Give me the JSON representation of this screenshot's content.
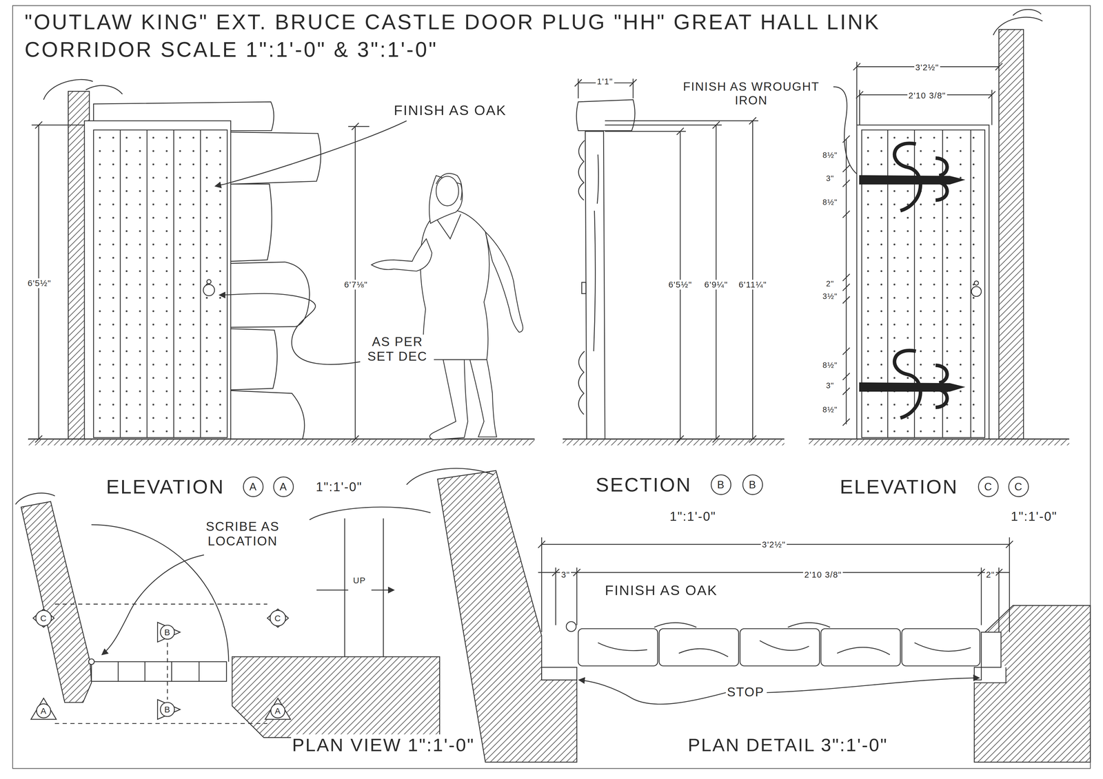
{
  "diagram": {
    "title": "\"OUTLAW KING\" EXT. BRUCE CASTLE DOOR PLUG \"HH\" GREAT HALL LINK CORRIDOR SCALE 1\":1'-0\" & 3\":1'-0\"",
    "labels": [
      "FINISH AS OAK",
      "AS PER SET DEC",
      "6'5½\"",
      "6'7⅛\"",
      "1'1\"",
      "FINISH AS WROUGHT IRON",
      "6'5½\"",
      "6'9¼\"",
      "6'11¼\"",
      "3'2½\"",
      "2'10 3/8\"",
      "8½\"",
      "3\"",
      "8½\"",
      "2\"",
      "3½\"",
      "8½\"",
      "3\"",
      "8½\"",
      "ELEVATION",
      "A",
      "A",
      "1\":1'-0\"",
      "SECTION",
      "B",
      "B",
      "1\":1'-0\"",
      "ELEVATION",
      "C",
      "C",
      "1\":1'-0\"",
      "SCRIBE AS LOCATION",
      "UP",
      "C",
      "B",
      "C",
      "A",
      "B",
      "A",
      "PLAN VIEW 1\":1'-0\"",
      "3'2½\"",
      "3\"",
      "2'10 3/8\"",
      "2\"",
      "FINISH AS OAK",
      "STOP",
      "PLAN DETAIL 3\":1'-0\""
    ]
  }
}
